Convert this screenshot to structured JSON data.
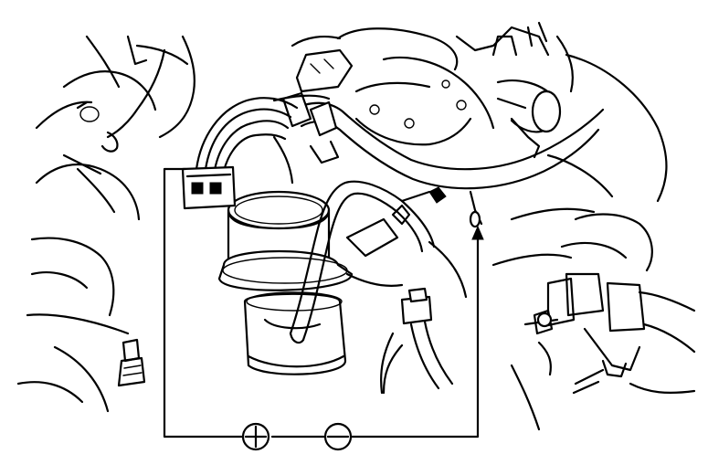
{
  "figure": {
    "kind": "line illustration",
    "stroke_color": "#000000",
    "background_color": "#ffffff"
  },
  "terminals": [
    {
      "id": "positive",
      "symbol": "plus-in-circle"
    },
    {
      "id": "negative",
      "symbol": "minus-in-circle"
    }
  ]
}
